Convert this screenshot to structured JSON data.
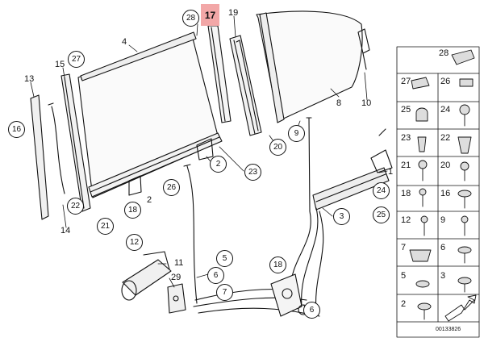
{
  "diagram": {
    "highlight_label": "17",
    "doc_number": "00133826",
    "labels": {
      "l4": "4",
      "l19": "19",
      "l8": "8",
      "l10": "10",
      "l15": "15",
      "l13": "13",
      "l14": "14",
      "l1": "1",
      "l2b": "2",
      "l11": "11",
      "l29": "29"
    },
    "circled": {
      "c28": "28",
      "c27": "27",
      "c16": "16",
      "c22": "22",
      "c21": "21",
      "c2a": "2",
      "c23": "23",
      "c26": "26",
      "c18a": "18",
      "c20": "20",
      "c9": "9",
      "c3": "3",
      "c24": "24",
      "c25": "25",
      "c12": "12",
      "c5": "5",
      "c6": "6",
      "c7": "7",
      "c18b": "18",
      "c6b": "6"
    },
    "legend": {
      "r1": {
        "a": "28"
      },
      "r2": {
        "a": "27",
        "b": "26"
      },
      "r3": {
        "a": "25",
        "b": "24"
      },
      "r4": {
        "a": "23",
        "b": "22"
      },
      "r5": {
        "a": "21",
        "b": "20"
      },
      "r6": {
        "a": "18",
        "b": "16"
      },
      "r7": {
        "a": "12",
        "b": "9"
      },
      "r8": {
        "a": "7",
        "b": "6"
      },
      "r9": {
        "a": "5",
        "b": "3"
      },
      "r10": {
        "a": "2"
      }
    }
  }
}
